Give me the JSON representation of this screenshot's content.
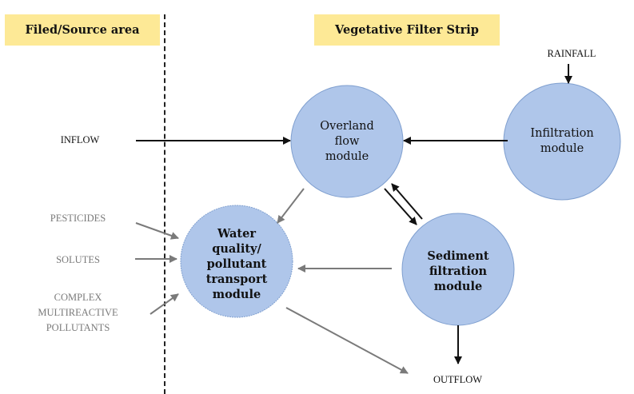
{
  "zones": {
    "source_area": "Filed/Source area",
    "filter_strip": "Vegetative Filter Strip"
  },
  "colors": {
    "banner": "#fde996",
    "node_fill": "#afc6ea",
    "node_stroke": "#7f9fcf",
    "arrow_dark": "#111111",
    "arrow_gray": "#7a7a7a"
  },
  "nodes": {
    "overland": "Overland\nflow\nmodule",
    "infiltration": "Infiltration\nmodule",
    "sediment": "Sediment\nfiltration\nmodule",
    "water_quality": "Water\nquality/\npollutant\ntransport\nmodule"
  },
  "labels": {
    "rainfall": "RAINFALL",
    "inflow": "INFLOW",
    "pesticides": "PESTICIDES",
    "solutes": "SOLUTES",
    "complex": "COMPLEX\nMULTIREACTIVE\nPOLLUTANTS",
    "outflow": "OUTFLOW"
  },
  "edges": [
    {
      "from": "inflow",
      "to": "overland",
      "style": "dark"
    },
    {
      "from": "rainfall",
      "to": "infiltration",
      "style": "dark"
    },
    {
      "from": "infiltration",
      "to": "overland",
      "style": "dark"
    },
    {
      "from": "overland",
      "to": "sediment",
      "style": "dark"
    },
    {
      "from": "sediment",
      "to": "overland",
      "style": "dark"
    },
    {
      "from": "overland",
      "to": "water_quality",
      "style": "gray"
    },
    {
      "from": "sediment",
      "to": "water_quality",
      "style": "gray"
    },
    {
      "from": "sediment",
      "to": "outflow",
      "style": "dark"
    },
    {
      "from": "water_quality",
      "to": "outflow",
      "style": "gray"
    },
    {
      "from": "pesticides",
      "to": "water_quality",
      "style": "gray"
    },
    {
      "from": "solutes",
      "to": "water_quality",
      "style": "gray"
    },
    {
      "from": "complex",
      "to": "water_quality",
      "style": "gray"
    }
  ]
}
